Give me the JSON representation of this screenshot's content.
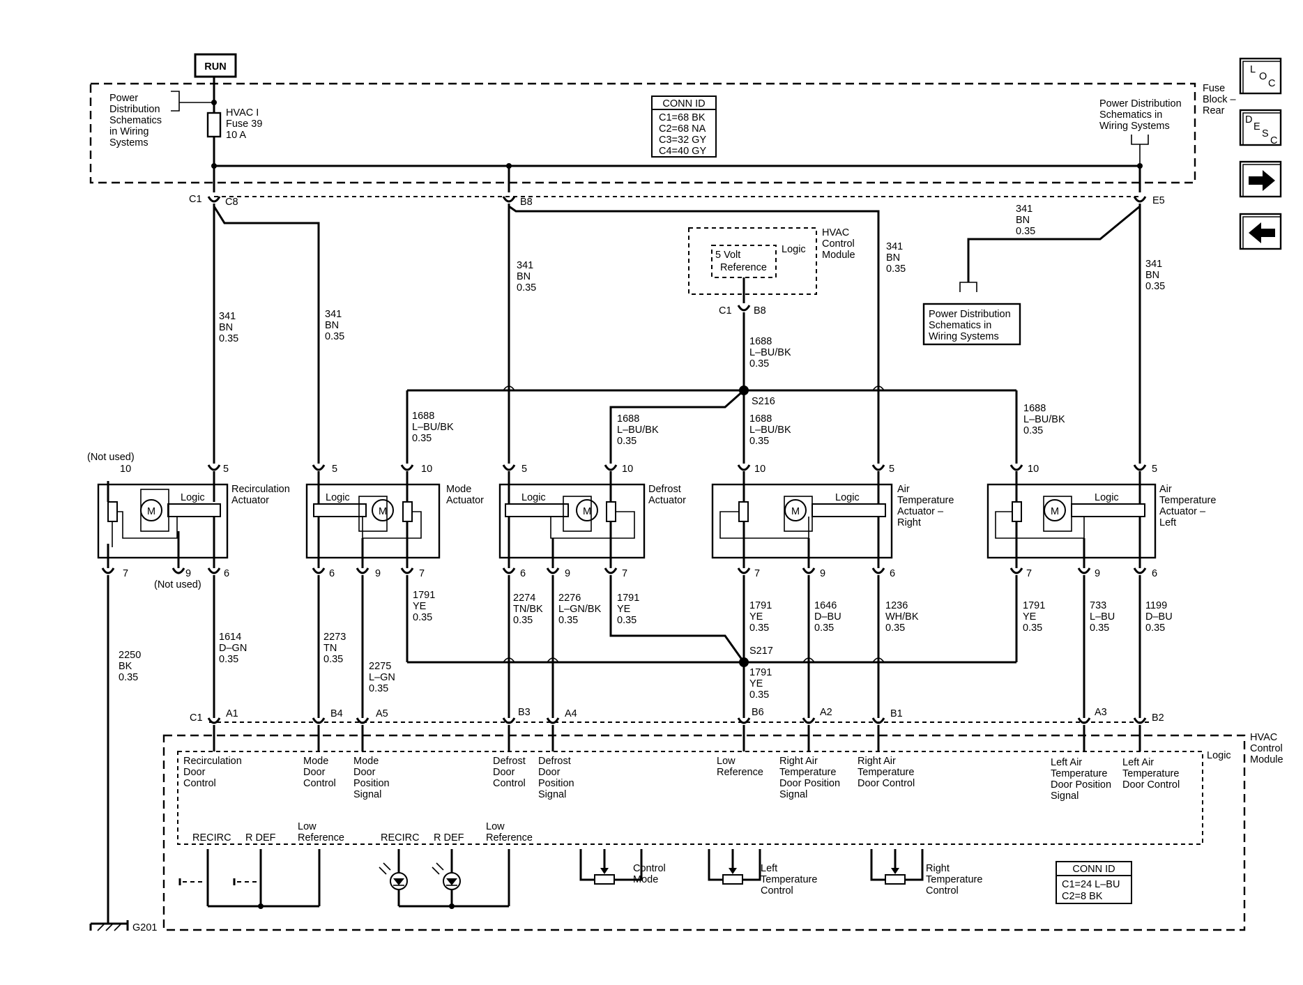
{
  "power": {
    "run": "RUN",
    "pd_left": [
      "Power",
      "Distribution",
      "Schematics",
      "in Wiring",
      "Systems"
    ],
    "fuse": [
      "HVAC I",
      "Fuse 39",
      "10 A"
    ],
    "conn_title": "CONN ID",
    "conn_rows": [
      "C1=68 BK",
      "C2=68 NA",
      "C3=32 GY",
      "C4=40 GY"
    ],
    "pd_right": [
      "Power Distribution",
      "Schematics in",
      "Wiring Systems"
    ],
    "block_name": [
      "Fuse",
      "Block –",
      "Rear"
    ],
    "pd_box": [
      "Power Distribution",
      "Schematics in",
      "Wiring Systems"
    ]
  },
  "connectors": {
    "c1": "C1",
    "c8": "C8",
    "b8": "B8",
    "e5": "E5",
    "mod_c1": "C1",
    "mod_b8": "B8",
    "s216": "S216",
    "s217": "S217",
    "g201": "G201",
    "bot_c1": "C1",
    "a1": "A1",
    "b4": "B4",
    "a5": "A5",
    "b3": "B3",
    "a4": "A4",
    "b6": "B6",
    "a2": "A2",
    "b1": "B1",
    "a3": "A3",
    "b2": "B2"
  },
  "wires": {
    "w341_1": [
      "341",
      "BN",
      "0.35"
    ],
    "w341_2": [
      "341",
      "BN",
      "0.35"
    ],
    "w341_3": [
      "341",
      "BN",
      "0.35"
    ],
    "w341_4": [
      "341",
      "BN",
      "0.35"
    ],
    "w341_5": [
      "341",
      "BN",
      "0.35"
    ],
    "w341_6": [
      "341",
      "BN",
      "0.35"
    ],
    "w1688_main": [
      "1688",
      "L–BU/BK",
      "0.35"
    ],
    "w1688_mode": [
      "1688",
      "L–BU/BK",
      "0.35"
    ],
    "w1688_def": [
      "1688",
      "L–BU/BK",
      "0.35"
    ],
    "w1688_r": [
      "1688",
      "L–BU/BK",
      "0.35"
    ],
    "w1688_l": [
      "1688",
      "L–BU/BK",
      "0.35"
    ],
    "w2250": [
      "2250",
      "BK",
      "0.35"
    ],
    "w1614": [
      "1614",
      "D–GN",
      "0.35"
    ],
    "w2273": [
      "2273",
      "TN",
      "0.35"
    ],
    "w2275": [
      "2275",
      "L–GN",
      "0.35"
    ],
    "w1791_mode": [
      "1791",
      "YE",
      "0.35"
    ],
    "w2274": [
      "2274",
      "TN/BK",
      "0.35"
    ],
    "w2276": [
      "2276",
      "L–GN/BK",
      "0.35"
    ],
    "w1791_def": [
      "1791",
      "YE",
      "0.35"
    ],
    "w1791_r": [
      "1791",
      "YE",
      "0.35"
    ],
    "w1646": [
      "1646",
      "D–BU",
      "0.35"
    ],
    "w1236": [
      "1236",
      "WH/BK",
      "0.35"
    ],
    "w1791_l": [
      "1791",
      "YE",
      "0.35"
    ],
    "w733": [
      "733",
      "L–BU",
      "0.35"
    ],
    "w1199": [
      "1199",
      "D–BU",
      "0.35"
    ],
    "w1791_low": [
      "1791",
      "YE",
      "0.35"
    ]
  },
  "hvac_top": {
    "name": [
      "HVAC",
      "Control",
      "Module"
    ],
    "ref": [
      "5 Volt",
      "Reference"
    ],
    "logic": "Logic"
  },
  "actuators": {
    "recirc": {
      "name": [
        "Recirculation",
        "Actuator"
      ],
      "logic": "Logic",
      "pin_top1": "10",
      "pin_top2": "5",
      "pin_b1": "7",
      "pin_b2": "9",
      "pin_b3": "6",
      "not_used_top": "(Not used)",
      "not_used_bot": "(Not used)"
    },
    "mode": {
      "name": [
        "Mode",
        "Actuator"
      ],
      "logic": "Logic",
      "pin_top1": "5",
      "pin_top2": "10",
      "pin_b1": "6",
      "pin_b2": "9",
      "pin_b3": "7"
    },
    "defrost": {
      "name": [
        "Defrost",
        "Actuator"
      ],
      "logic": "Logic",
      "pin_top1": "5",
      "pin_top2": "10",
      "pin_b1": "6",
      "pin_b2": "9",
      "pin_b3": "7"
    },
    "air_right": {
      "name": [
        "Air",
        "Temperature",
        "Actuator –",
        "Right"
      ],
      "logic": "Logic",
      "pin_top1": "10",
      "pin_top2": "5",
      "pin_b1": "7",
      "pin_b2": "9",
      "pin_b3": "6"
    },
    "air_left": {
      "name": [
        "Air",
        "Temperature",
        "Actuator –",
        "Left"
      ],
      "logic": "Logic",
      "pin_top1": "10",
      "pin_top2": "5",
      "pin_b1": "7",
      "pin_b2": "9",
      "pin_b3": "6"
    }
  },
  "module": {
    "name": [
      "HVAC",
      "Control",
      "Module"
    ],
    "logic": "Logic",
    "signals": {
      "recirc_ctrl": [
        "Recirculation",
        "Door",
        "Control"
      ],
      "mode_ctrl": [
        "Mode",
        "Door",
        "Control"
      ],
      "mode_pos": [
        "Mode",
        "Door",
        "Position",
        "Signal"
      ],
      "def_ctrl": [
        "Defrost",
        "Door",
        "Control"
      ],
      "def_pos": [
        "Defrost",
        "Door",
        "Position",
        "Signal"
      ],
      "low_ref": [
        "Low",
        "Reference"
      ],
      "rat_pos": [
        "Right Air",
        "Temperature",
        "Door Position",
        "Signal"
      ],
      "rat_ctrl": [
        "Right Air",
        "Temperature",
        "Door Control"
      ],
      "lat_pos": [
        "Left Air",
        "Temperature",
        "Door Position",
        "Signal"
      ],
      "lat_ctrl": [
        "Left Air",
        "Temperature",
        "Door Control"
      ]
    },
    "inner": {
      "recirc1": "RECIRC",
      "rdef1": "R DEF",
      "low1": [
        "Low",
        "Reference"
      ],
      "recirc2": "RECIRC",
      "rdef2": "R DEF",
      "low2": [
        "Low",
        "Reference"
      ],
      "control_mode": [
        "Control",
        "Mode"
      ],
      "left_temp": [
        "Left",
        "Temperature",
        "Control"
      ],
      "right_temp": [
        "Right",
        "Temperature",
        "Control"
      ]
    },
    "conn_title": "CONN ID",
    "conn_rows": [
      "C1=24 L–BU",
      "C2=8 BK"
    ]
  },
  "nav": {
    "loc": [
      "L",
      "O",
      "C"
    ],
    "desc": [
      "D",
      "E",
      "S",
      "C"
    ]
  }
}
